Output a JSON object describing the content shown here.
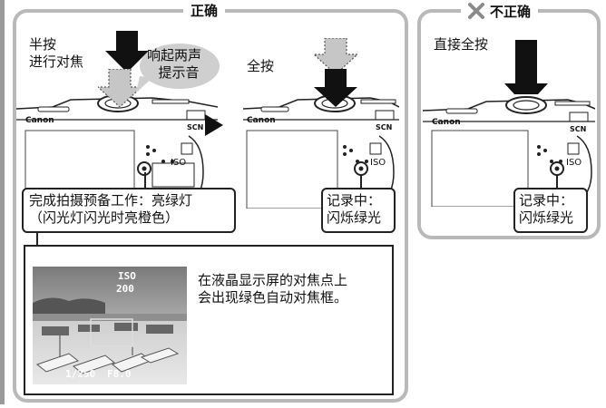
{
  "correct": {
    "title": "正确",
    "half_press_lines": [
      "半按",
      "进行对焦"
    ],
    "beep_lines": [
      "响起两声",
      "提示音"
    ],
    "full_press": "全按",
    "green_lamp_lines": [
      "完成拍摄预备工作：亮绿灯",
      "（闪光灯闪光时亮橙色）"
    ],
    "recording_lines": [
      "记录中：",
      "闪烁绿光"
    ],
    "lcd_note_lines": [
      "在液晶显示屏的对焦点上",
      "会出现绿色自动对焦框。"
    ],
    "lcd_iso": "ISO",
    "lcd_iso_value": "200",
    "lcd_shutter": "1/250",
    "lcd_aperture": "F8.0"
  },
  "incorrect": {
    "title": "不正确",
    "full_press_direct": "直接全按",
    "recording_lines": [
      "记录中：",
      "闪烁绿光"
    ]
  },
  "camera": {
    "brand": "Canon",
    "scn": "SCN",
    "iso": "ISO"
  }
}
